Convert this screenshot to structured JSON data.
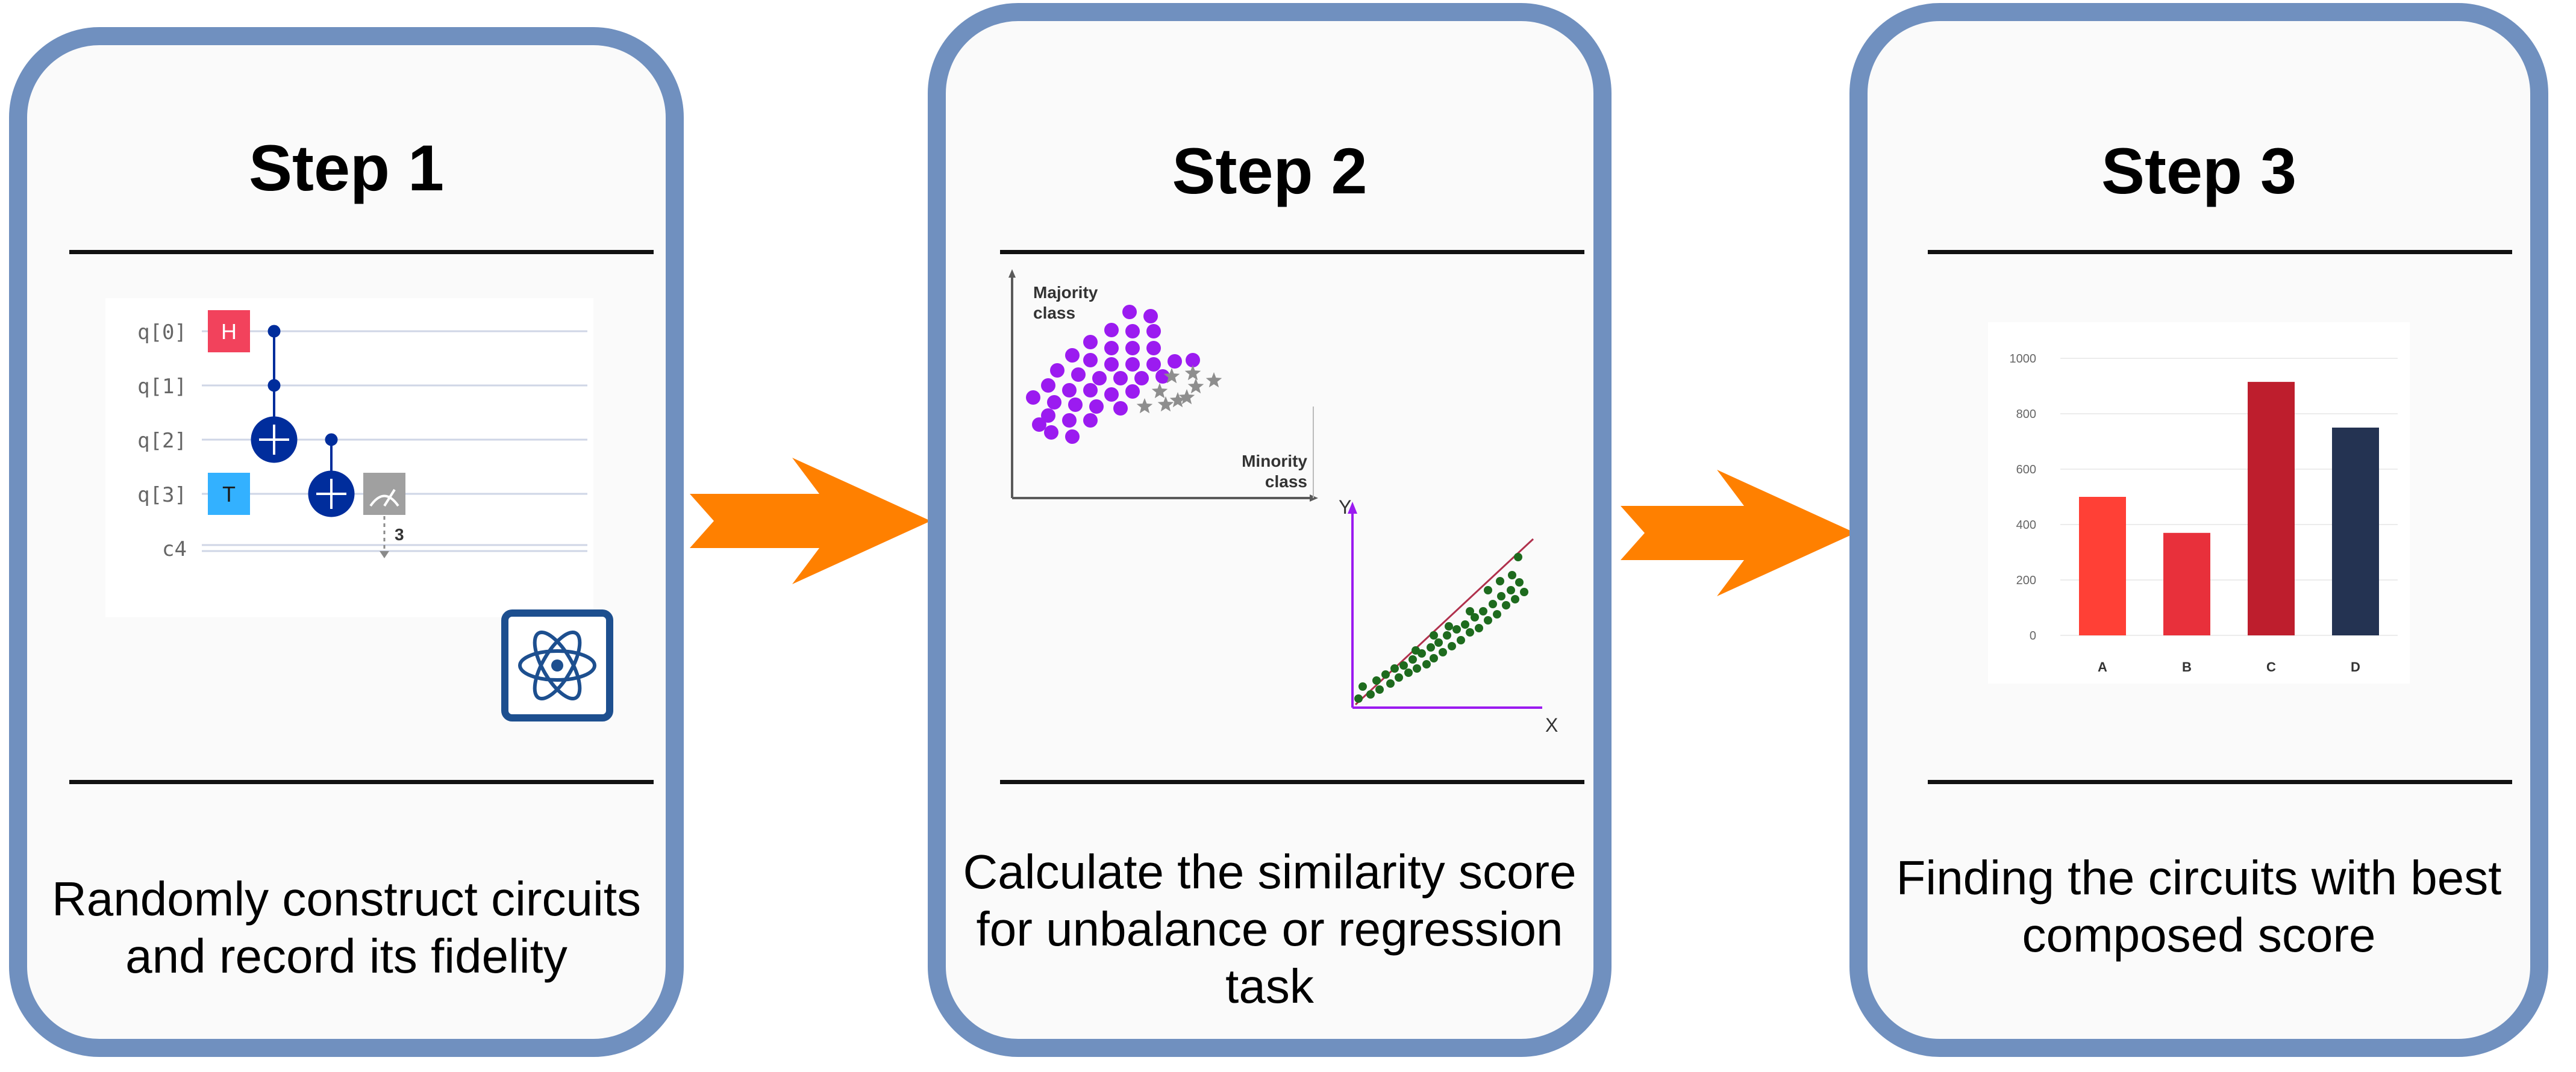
{
  "colors": {
    "panel_border": "#7090bf",
    "arrow": "#ff8000",
    "purple": "#9b1bf0",
    "green": "#1e6b1e",
    "star": "#8e8e8e"
  },
  "steps": [
    {
      "title": "Step 1",
      "description": [
        "Randomly construct circuits",
        "and record its fidelity"
      ],
      "circuit": {
        "qubits": [
          "q[0]",
          "q[1]",
          "q[2]",
          "q[3]"
        ],
        "classical": "c4",
        "gates": [
          "H",
          "T"
        ],
        "measure_label": "3",
        "icon": "atom-icon"
      }
    },
    {
      "title": "Step 2",
      "description": [
        "Calculate the similarity score",
        "for unbalance or regression",
        "task"
      ],
      "scatter_labels": {
        "majority": [
          "Majority",
          "class"
        ],
        "minority": [
          "Minority",
          "class"
        ]
      },
      "regression_axes": {
        "x": "X",
        "y": "Y"
      }
    },
    {
      "title": "Step 3",
      "description": [
        "Finding the circuits with best",
        "composed score"
      ],
      "chart_data": {
        "type": "bar",
        "categories": [
          "A",
          "B",
          "C",
          "D"
        ],
        "values": [
          500,
          370,
          915,
          750
        ],
        "colors": [
          "#ff4036",
          "#e8303b",
          "#be1e2d",
          "#243352"
        ],
        "yticks": [
          "0",
          "200",
          "400",
          "600",
          "800",
          "1000"
        ],
        "ylim": [
          0,
          1000
        ],
        "grid": true
      }
    }
  ]
}
